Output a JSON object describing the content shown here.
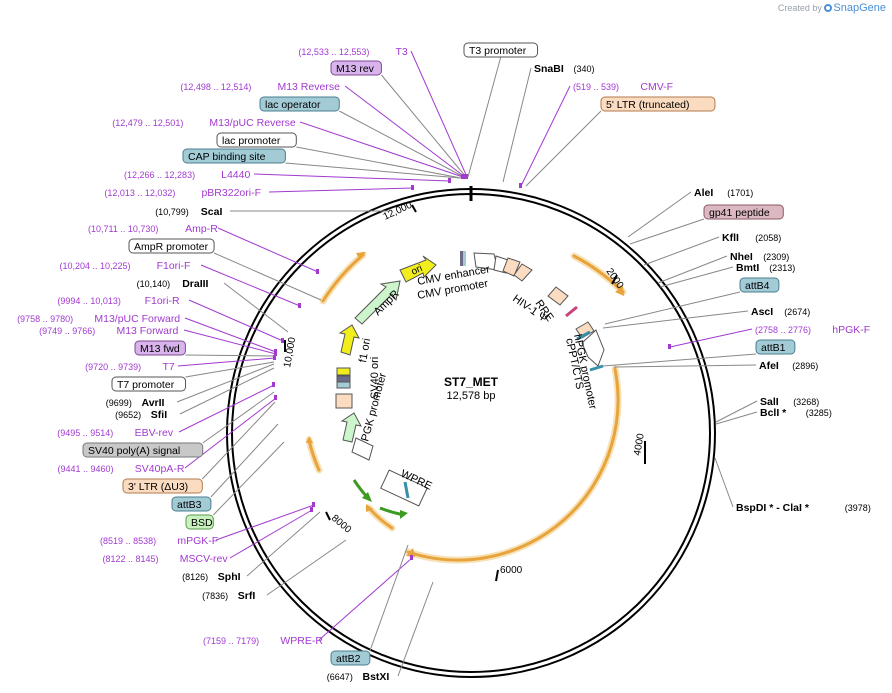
{
  "credit": {
    "prefix": "Created by",
    "brand": "SnapGene"
  },
  "title": {
    "name": "ST7_MET",
    "length": "12,578 bp"
  },
  "ticks": [
    "2000",
    "4000",
    "6000",
    "8000",
    "10,000",
    "12,000"
  ],
  "labels": [
    {
      "id": "T3",
      "kind": "primer",
      "range": "(12,533 .. 12,553)",
      "name": "T3"
    },
    {
      "id": "T3prom",
      "kind": "box",
      "style": "plain",
      "name": "T3 promoter"
    },
    {
      "id": "M13rev",
      "kind": "box",
      "style": "m13",
      "name": "M13 rev"
    },
    {
      "id": "SnaBI",
      "kind": "site",
      "name": "SnaBI",
      "pos": "(340)"
    },
    {
      "id": "M13Reverse",
      "kind": "primer",
      "range": "(12,498 .. 12,514)",
      "name": "M13 Reverse"
    },
    {
      "id": "CMVF",
      "kind": "primer",
      "range": "(519 .. 539)",
      "name": "CMV-F"
    },
    {
      "id": "lacop",
      "kind": "box",
      "style": "blue",
      "name": "lac operator"
    },
    {
      "id": "ltr5",
      "kind": "box",
      "style": "peach",
      "name": "5' LTR (truncated)"
    },
    {
      "id": "M13pUCRev",
      "kind": "primer",
      "range": "(12,479 .. 12,501)",
      "name": "M13/pUC Reverse"
    },
    {
      "id": "lacprom",
      "kind": "box",
      "style": "plain",
      "name": "lac promoter"
    },
    {
      "id": "CAP",
      "kind": "box",
      "style": "blue",
      "name": "CAP binding site"
    },
    {
      "id": "L4440",
      "kind": "primer",
      "range": "(12,266 .. 12,283)",
      "name": "L4440"
    },
    {
      "id": "pBR",
      "kind": "primer",
      "range": "(12,013 .. 12,032)",
      "name": "pBR322ori-F"
    },
    {
      "id": "AleI",
      "kind": "site",
      "name": "AleI",
      "pos": "(1701)"
    },
    {
      "id": "ScaI",
      "kind": "site",
      "name": "ScaI",
      "pos": "(10,799)",
      "left": true
    },
    {
      "id": "gp41",
      "kind": "box",
      "style": "pink",
      "name": "gp41 peptide"
    },
    {
      "id": "AmpR_primer",
      "kind": "primer",
      "range": "(10,711 .. 10,730)",
      "name": "Amp-R"
    },
    {
      "id": "KflI",
      "kind": "site",
      "name": "KflI",
      "pos": "(2058)"
    },
    {
      "id": "AmpRprom",
      "kind": "box",
      "style": "plain",
      "name": "AmpR promoter"
    },
    {
      "id": "NheI",
      "kind": "site",
      "name": "NheI",
      "pos": "(2309)"
    },
    {
      "id": "BmtI",
      "kind": "site",
      "name": "BmtI",
      "pos": "(2313)"
    },
    {
      "id": "F1oriF",
      "kind": "primer",
      "range": "(10,204 .. 10,225)",
      "name": "F1ori-F"
    },
    {
      "id": "attB4",
      "kind": "box",
      "style": "blue",
      "name": "attB4"
    },
    {
      "id": "DraIII",
      "kind": "site",
      "name": "DraIII",
      "pos": "(10,140)",
      "left": true
    },
    {
      "id": "F1oriR",
      "kind": "primer",
      "range": "(9994 .. 10,013)",
      "name": "F1ori-R"
    },
    {
      "id": "AscI",
      "kind": "site",
      "name": "AscI",
      "pos": "(2674)"
    },
    {
      "id": "M13pUCFwd",
      "kind": "primer",
      "range": "(9758 .. 9780)",
      "name": "M13/pUC Forward"
    },
    {
      "id": "hPGKF",
      "kind": "primer",
      "range": "(2758 .. 2776)",
      "name": "hPGK-F"
    },
    {
      "id": "M13Forward",
      "kind": "primer",
      "range": "(9749 .. 9766)",
      "name": "M13 Forward"
    },
    {
      "id": "M13fwd",
      "kind": "box",
      "style": "m13",
      "name": "M13 fwd"
    },
    {
      "id": "attB1",
      "kind": "box",
      "style": "blue",
      "name": "attB1"
    },
    {
      "id": "T7",
      "kind": "primer",
      "range": "(9720 .. 9739)",
      "name": "T7"
    },
    {
      "id": "AfeI",
      "kind": "site",
      "name": "AfeI",
      "pos": "(2896)"
    },
    {
      "id": "T7prom",
      "kind": "box",
      "style": "plain",
      "name": "T7 promoter"
    },
    {
      "id": "AvrII",
      "kind": "site",
      "name": "AvrII",
      "pos": "(9699)",
      "left": true
    },
    {
      "id": "SalI",
      "kind": "site",
      "name": "SalI",
      "pos": "(3268)"
    },
    {
      "id": "SfiI",
      "kind": "site",
      "name": "SfiI",
      "pos": "(9652)",
      "left": true
    },
    {
      "id": "BclI",
      "kind": "site",
      "name": "BclI *",
      "pos": "(3285)"
    },
    {
      "id": "EBVrev",
      "kind": "primer",
      "range": "(9495 .. 9514)",
      "name": "EBV-rev"
    },
    {
      "id": "SV40pA",
      "kind": "box",
      "style": "gray",
      "name": "SV40 poly(A) signal"
    },
    {
      "id": "SV40pAR",
      "kind": "primer",
      "range": "(9441 .. 9460)",
      "name": "SV40pA-R"
    },
    {
      "id": "ltr3",
      "kind": "box",
      "style": "peach",
      "name": "3' LTR (ΔU3)"
    },
    {
      "id": "BspDI",
      "kind": "site",
      "name": "BspDI * - ClaI *",
      "pos": "(3978)"
    },
    {
      "id": "attB3",
      "kind": "box",
      "style": "blue",
      "name": "attB3"
    },
    {
      "id": "BSD",
      "kind": "box",
      "style": "green",
      "name": "BSD"
    },
    {
      "id": "mPGKF",
      "kind": "primer",
      "range": "(8519 .. 8538)",
      "name": "mPGK-F"
    },
    {
      "id": "MSCVrev",
      "kind": "primer",
      "range": "(8122 .. 8145)",
      "name": "MSCV-rev"
    },
    {
      "id": "SphI",
      "kind": "site",
      "name": "SphI",
      "pos": "(8126)",
      "left": true
    },
    {
      "id": "SrfI",
      "kind": "site",
      "name": "SrfI",
      "pos": "(7836)",
      "left": true
    },
    {
      "id": "WPRER",
      "kind": "primer",
      "range": "(7159 .. 7179)",
      "name": "WPRE-R"
    },
    {
      "id": "attB2",
      "kind": "box",
      "style": "blue",
      "name": "attB2"
    },
    {
      "id": "BstXI",
      "kind": "site",
      "name": "BstXI",
      "pos": "(6647)",
      "left": true
    }
  ],
  "features": [
    {
      "id": "ori",
      "name": "ori"
    },
    {
      "id": "AmpR",
      "name": "AmpR"
    },
    {
      "id": "f1ori",
      "name": "f1 ori"
    },
    {
      "id": "SV40ori",
      "name": "SV40 ori"
    },
    {
      "id": "PGK",
      "name": "PGK promoter"
    },
    {
      "id": "WPRE",
      "name": "WPRE"
    },
    {
      "id": "CMVenh",
      "name": "CMV enhancer"
    },
    {
      "id": "CMVprom",
      "name": "CMV promoter"
    },
    {
      "id": "HIV",
      "name": "HIV-1 Ψ"
    },
    {
      "id": "RRE",
      "name": "RRE"
    },
    {
      "id": "cPPT",
      "name": "cPPT/CTS"
    },
    {
      "id": "hPGK",
      "name": "hPGK promoter"
    }
  ],
  "colors": {
    "primer": "#a23ad0",
    "site": "#000000",
    "orf": "#e8a33a",
    "line": "#888888",
    "ori": "#f2ee1e",
    "promoter": "#ccf5cc",
    "peach": "#fbdcc0",
    "blue": "#a3cbd6",
    "m13": "#d9b3ec",
    "pink": "#dcb8c2",
    "green": "#c9f2c0",
    "gray": "#c8c8c8"
  }
}
